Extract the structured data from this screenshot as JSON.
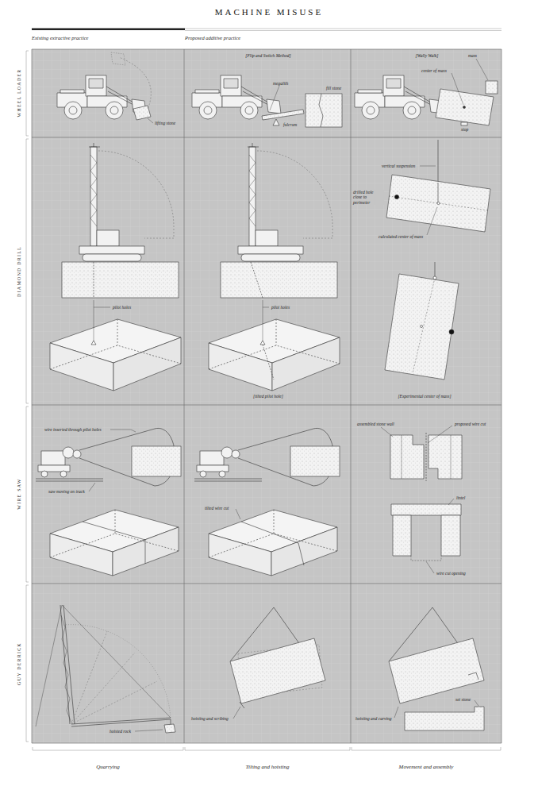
{
  "diagram": {
    "title": "MACHINE MISUSE",
    "labels": [
      "Existing extractive practice",
      "Proposed additive practice",
      "[Flip and Switch Method]",
      "[Wally Walk]",
      "WHEEL LOADER",
      "DIAMOND DRILL",
      "WIRE SAW",
      "GUY DERRICK",
      "lifting stone",
      "megalith",
      "fill stone",
      "fulcrum",
      "mass",
      "center of mass",
      "stop",
      "pilot holes",
      "pilot holes",
      "[tilted pilot hole]",
      "vertical suspension",
      "drilled hole close to perimeter",
      "calculated center of mass",
      "[Experimental center of mass]",
      "wire inserted through pilot holes",
      "saw moving on track",
      "tilted wire cut",
      "assembled stone wall",
      "proposed wire cut",
      "lintel",
      "wire cut opening",
      "hoisted rock",
      "hoisting and scribing",
      "hoisting and carving",
      "set stone",
      "Quarrying",
      "Tilting and hoisting",
      "Movement and assembly"
    ]
  }
}
